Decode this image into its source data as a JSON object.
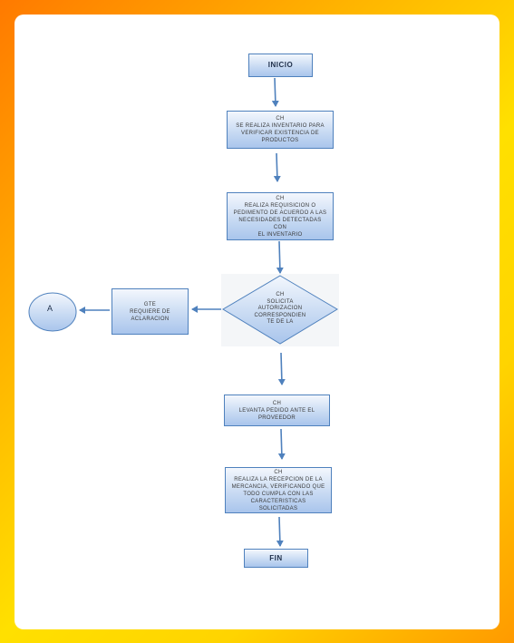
{
  "flowchart": {
    "start": "INICIO",
    "step1": "CH\nSE REALIZA INVENTARIO PARA\nVERIFICAR EXISTENCIA DE\nPRODUCTOS",
    "step2": "CH\nREALIZA REQUISICION O\nPEDIMENTO DE ACUERDO A LAS\nNECESIDADES DETECTADAS CON\nEL INVENTARIO",
    "decision": "CH\nSOLICITA\nAUTORIZACION\nCORRESPONDIEN\nTE DE LA",
    "side_step": "GTE\nREQUIERE DE\nACLARACION",
    "connector": "A",
    "step3": "CH\nLEVANTA PEDIDO ANTE EL\nPROVEEDOR",
    "step4": "CH\nREALIZA LA RECEPCION DE LA\nMERCANCIA, VERIFICANDO QUE\nTODO CUMPLA CON LAS\nCARACTERISTICAS SOLICITADAS",
    "end": "FIN"
  },
  "colors": {
    "node_border": "#4f81bd",
    "arrow": "#4f81bd",
    "node_fill": "#c9dbf3"
  }
}
